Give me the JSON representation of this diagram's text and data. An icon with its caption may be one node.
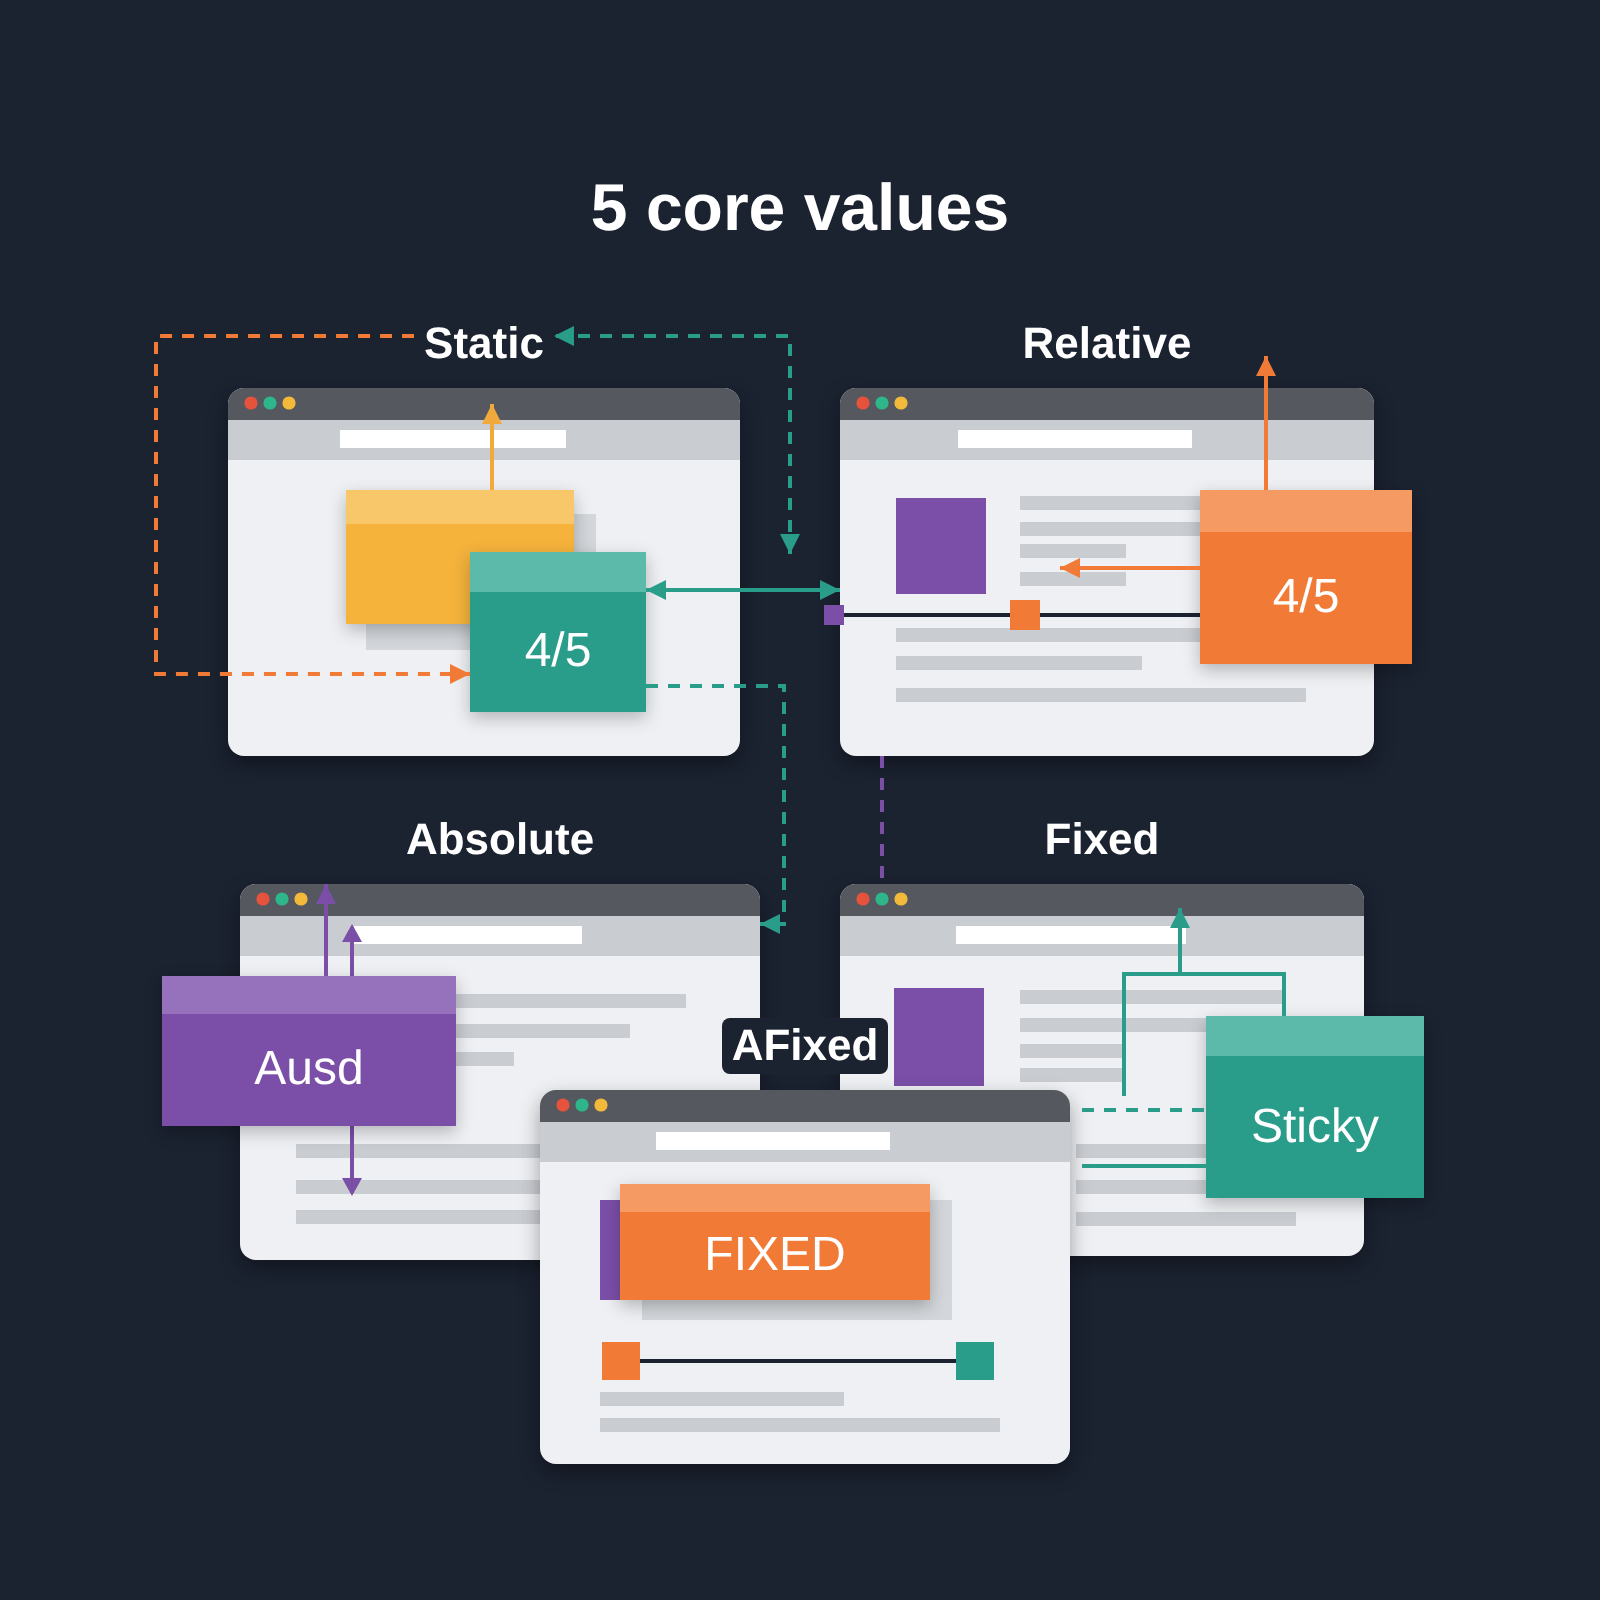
{
  "diagram": {
    "title": "5 core values",
    "nodes": [
      {
        "text": [
          "Static"
        ]
      },
      {
        "text": [],
        "shape": "box",
        "in": 0
      },
      {
        "text": [
          "4/5"
        ],
        "in": 0
      },
      {
        "text": [
          "Relative"
        ]
      },
      {
        "text": [
          "4/5"
        ]
      },
      {
        "text": [
          "Absolute"
        ]
      },
      {
        "text": [
          "Ausd"
        ]
      },
      {
        "text": [
          "Fixed"
        ]
      },
      {
        "text": [
          "Sticky"
        ]
      },
      {
        "text": [
          "AFixed"
        ]
      },
      {
        "text": [
          "FIXED"
        ],
        "in": 9
      }
    ],
    "edges": [
      {
        "from": 0,
        "to": 2,
        "arrow": "to",
        "style": "dashed",
        "color": "#f07a36"
      },
      {
        "from": null,
        "to": 0,
        "arrow": "both",
        "style": "dashed"
      },
      {
        "from": 1,
        "to": null,
        "arrow": "to",
        "color": "#f2a93b"
      },
      {
        "from": 2,
        "to": 3,
        "arrow": "both"
      },
      {
        "from": 2,
        "to": 5,
        "arrow": "to",
        "style": "dashed"
      },
      {
        "from": 4,
        "to": 3,
        "arrow": "to",
        "color": "#f07a36"
      },
      {
        "from": 4,
        "to": 3,
        "arrow": "to",
        "color": "#f07a36"
      },
      {
        "from": 3,
        "to": 7,
        "arrow": "none",
        "style": "dashed",
        "color": "#7b4fa8"
      },
      {
        "from": 6,
        "to": 5,
        "arrow": "to",
        "color": "#7b4fa8"
      },
      {
        "from": 8,
        "to": 7,
        "arrow": "to"
      },
      {
        "from": 7,
        "to": 8,
        "arrow": "none",
        "style": "dashed"
      },
      {
        "from": 7,
        "to": 8,
        "arrow": "none"
      }
    ]
  }
}
